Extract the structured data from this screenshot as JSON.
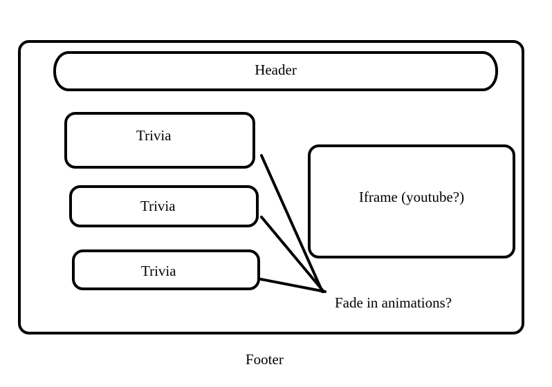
{
  "diagram": {
    "header_label": "Header",
    "trivia_items": [
      {
        "label": "Trivia"
      },
      {
        "label": "Trivia"
      },
      {
        "label": "Trivia"
      }
    ],
    "iframe_label": "Iframe (youtube?)",
    "note_label": "Fade in animations?",
    "footer_label": "Footer"
  },
  "colors": {
    "stroke": "#000000",
    "background": "#ffffff"
  }
}
